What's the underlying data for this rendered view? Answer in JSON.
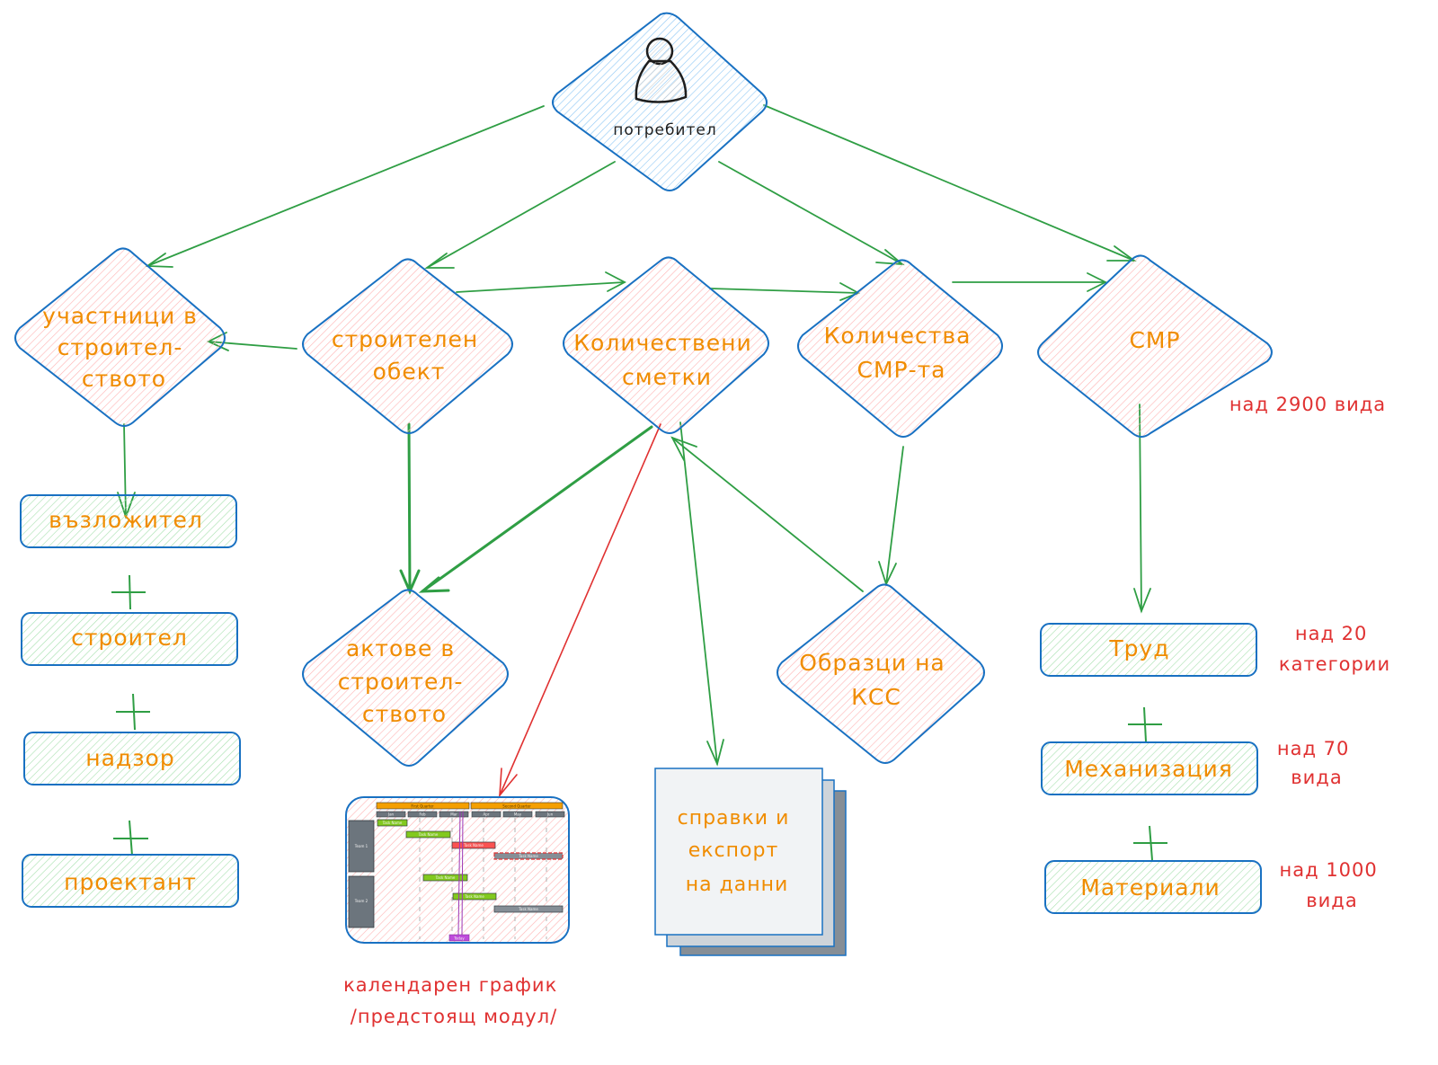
{
  "diagram": {
    "colors": {
      "edge": "#2f9e44",
      "edge_highlight": "#e03131",
      "node_stroke": "#1971c2",
      "diamond_fill": "#ffc9c9",
      "root_fill": "#a5d8ff",
      "box_fill": "#b2f2bb",
      "label": "#f08c00",
      "note": "#e03131",
      "doc_fill": "#f1f3f5"
    },
    "root": {
      "label": "потребител",
      "icon": "user-icon"
    },
    "diamonds": {
      "participants": [
        "участници в",
        "строител-",
        "ството"
      ],
      "site": [
        "строителен",
        "обект"
      ],
      "estimates": [
        "Количествени",
        "сметки"
      ],
      "quantities": [
        "Количества",
        "СМР-та"
      ],
      "smr": [
        "СМР"
      ],
      "acts": [
        "актове в",
        "строител-",
        "ството"
      ],
      "templates": [
        "Образци на",
        "КСС"
      ]
    },
    "participant_boxes": [
      "възложител",
      "строител",
      "надзор",
      "проектант"
    ],
    "resource_boxes": [
      "Труд",
      "Механизация",
      "Материали"
    ],
    "plus_sign": "+",
    "notes": {
      "smr": [
        "над 2900 вида"
      ],
      "labor": [
        "над 20",
        "категории"
      ],
      "machinery": [
        "над 70",
        "вида"
      ],
      "materials": [
        "над 1000",
        "вида"
      ],
      "schedule": [
        "календарен график",
        "/предстоящ модул/"
      ]
    },
    "reports": [
      "справки и",
      "експорт",
      "на данни"
    ],
    "gantt": {
      "quarters": [
        "First Quarter",
        "Second Quarter"
      ],
      "months": [
        "Jan",
        "Feb",
        "Mar",
        "Apr",
        "May",
        "Jun"
      ],
      "teams": [
        "Team 1",
        "Team 2"
      ],
      "task_label": "Task Name",
      "today_label": "Today"
    }
  }
}
